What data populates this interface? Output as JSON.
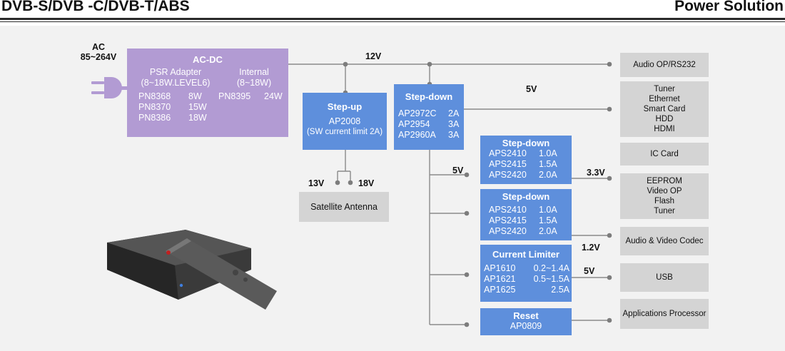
{
  "header": {
    "left_title": "DVB-S/DVB -C/DVB-T/ABS",
    "right_title": "Power Solution"
  },
  "input": {
    "line1": "AC",
    "line2": "85~264V"
  },
  "acdc": {
    "title": "AC-DC",
    "col1_head1": "PSR Adapter",
    "col1_head2": "(8~18W.LEVEL6)",
    "col2_head1": "Internal",
    "col2_head2": "(8~18W)",
    "parts": [
      {
        "part": "PN8368",
        "power": "8W"
      },
      {
        "part": "PN8370",
        "power": "15W"
      },
      {
        "part": "PN8386",
        "power": "18W"
      }
    ],
    "internal_part": "PN8395",
    "internal_power": "24W"
  },
  "stepup": {
    "title": "Step-up",
    "part": "AP2008",
    "note": "(SW current limit 2A)"
  },
  "stepdown_main": {
    "title": "Step-down",
    "rows": [
      {
        "part": "AP2972C",
        "cur": "2A"
      },
      {
        "part": "AP2954",
        "cur": "3A"
      },
      {
        "part": "AP2960A",
        "cur": "3A"
      }
    ]
  },
  "stepdown_33": {
    "title": "Step-down",
    "rows": [
      {
        "part": "APS2410",
        "cur": "1.0A"
      },
      {
        "part": "APS2415",
        "cur": "1.5A"
      },
      {
        "part": "APS2420",
        "cur": "2.0A"
      }
    ]
  },
  "stepdown_12": {
    "title": "Step-down",
    "rows": [
      {
        "part": "APS2410",
        "cur": "1.0A"
      },
      {
        "part": "APS2415",
        "cur": "1.5A"
      },
      {
        "part": "APS2420",
        "cur": "2.0A"
      }
    ]
  },
  "limiter": {
    "title": "Current Limiter",
    "rows": [
      {
        "part": "AP1610",
        "cur": "0.2~1.4A"
      },
      {
        "part": "AP1621",
        "cur": "0.5~1.5A"
      },
      {
        "part": "AP1625",
        "cur": "2.5A"
      }
    ]
  },
  "reset": {
    "title": "Reset",
    "part": "AP0809"
  },
  "voltages": {
    "v12": "12V",
    "v5_main": "5V",
    "v5_bus": "5V",
    "v33": "3.3V",
    "v12b": "1.2V",
    "v5_usb": "5V",
    "v13": "13V",
    "v18": "18V"
  },
  "loads": {
    "audio_op": [
      "Audio OP/RS232"
    ],
    "tuner_group": [
      "Tuner",
      "Ethernet",
      "Smart Card",
      "HDD",
      "HDMI"
    ],
    "ic_card": [
      "IC Card"
    ],
    "eeprom_group": [
      "EEPROM",
      "Video OP",
      "Flash",
      "Tuner"
    ],
    "codec": [
      "Audio & Video Codec"
    ],
    "usb": [
      "USB"
    ],
    "app_proc": [
      "Applications Processor"
    ],
    "antenna": [
      "Satellite Antenna"
    ]
  },
  "colors": {
    "blue": "#5e8fdc",
    "purple": "#b29bd3",
    "gray_box": "#d4d4d4",
    "wire": "#8a8a8a",
    "panel": "#f2f2f2"
  },
  "icons": {
    "plug": "power-plug-icon",
    "device": "set-top-box-image"
  }
}
